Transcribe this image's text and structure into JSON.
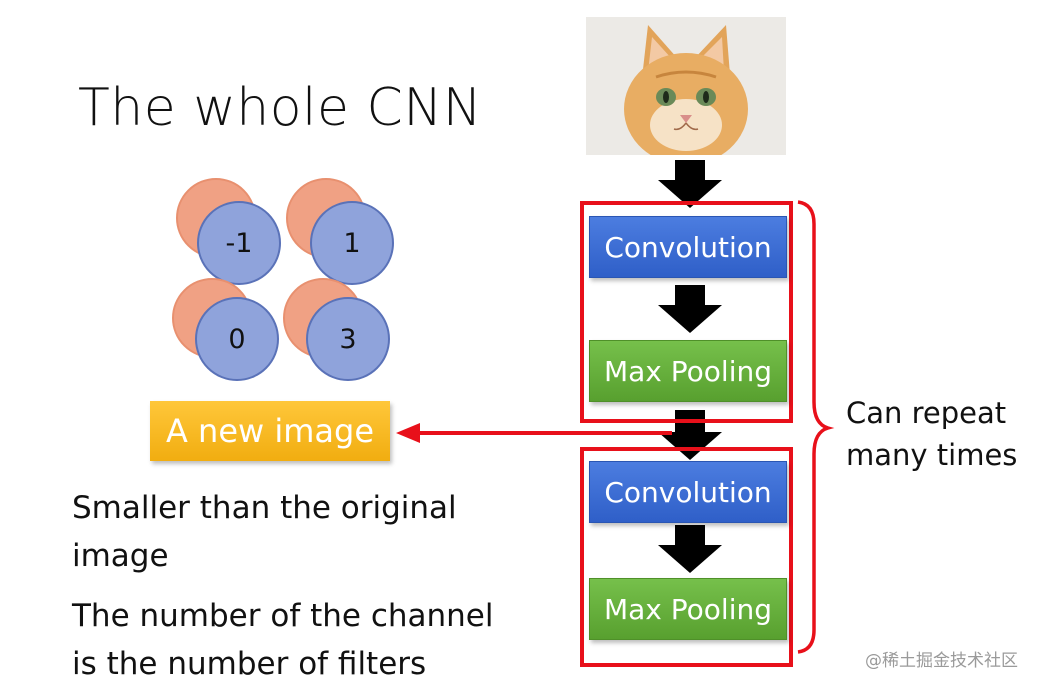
{
  "title": "The whole CNN",
  "matrix": [
    "-1",
    "1",
    "0",
    "3"
  ],
  "new_image_label": "A new image",
  "notes": {
    "smaller_line1": "Smaller than the original",
    "smaller_line2": "image",
    "channel_line1": "The number of the channel",
    "channel_line2": "is the number of filters"
  },
  "pipeline": {
    "conv1": "Convolution",
    "pool1": "Max Pooling",
    "conv2": "Convolution",
    "pool2": "Max Pooling"
  },
  "repeat": {
    "line1": "Can repeat",
    "line2": "many times"
  },
  "watermark": "@稀土掘金技术社区",
  "colors": {
    "red": "#e8101a",
    "blue": "#3a6bd6",
    "green": "#63ac3a",
    "yellow": "#f5b81f",
    "orange_circle": "#f0a184",
    "blue_circle": "#8fa3db"
  },
  "icons": [
    "kitten-photo",
    "down-arrow-icon",
    "left-arrow-icon",
    "curly-brace-icon"
  ]
}
